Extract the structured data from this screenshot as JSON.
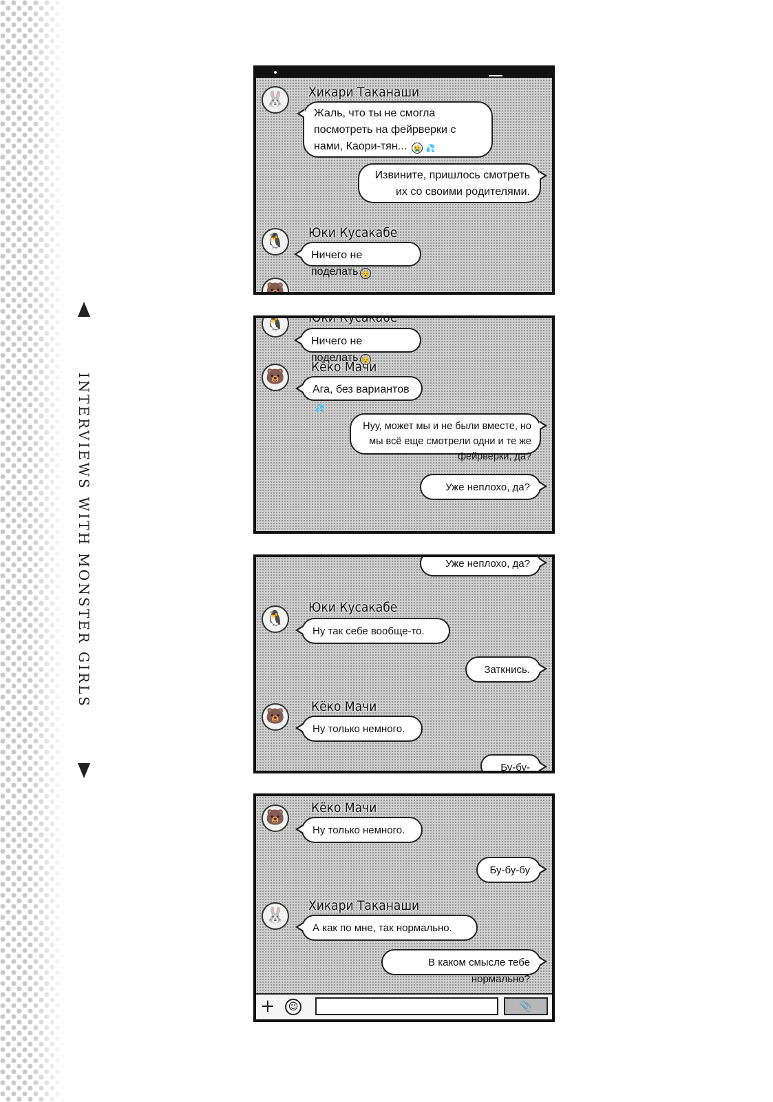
{
  "side_title": "INTERVIEWS WITH MONSTER GIRLS",
  "icons": {
    "rabbit": "🐰",
    "penguin": "🐧",
    "bear": "🐻",
    "cry": "😭",
    "sweat": "💦",
    "dizzy": "😵",
    "clip": "📎"
  },
  "panels": [
    {
      "messages": [
        {
          "sender": "Хикари Таканаши",
          "text": "Жаль, что ты не смогла посмотреть на фейрверки с нами, Каори-тян...",
          "emoji": [
            "😭",
            "💦"
          ]
        },
        {
          "text": "Извините, пришлось смотреть их со своими родителями."
        },
        {
          "sender": "Юки Кусакабе",
          "text": "Ничего не поделать",
          "emoji": [
            "😵"
          ]
        }
      ]
    },
    {
      "messages": [
        {
          "sender": "Юки Кусакабе",
          "text": "Ничего не поделать",
          "emoji": [
            "😵"
          ]
        },
        {
          "sender": "Кёко Мачи",
          "text": "Ага, без вариантов",
          "emoji": [
            "💦"
          ]
        },
        {
          "text": "Нуу, может мы и не были вместе, но мы всё еще смотрели одни и те же фейрверки, да?"
        },
        {
          "text": "Уже неплохо, да?"
        }
      ]
    },
    {
      "messages": [
        {
          "text": "Уже неплохо, да?"
        },
        {
          "sender": "Юки Кусакабе",
          "text": "Ну так себе вообще-то."
        },
        {
          "text": "Заткнись."
        },
        {
          "sender": "Кёко Мачи",
          "text": "Ну только немного."
        },
        {
          "text": "Бу-бу-бу"
        }
      ]
    },
    {
      "messages": [
        {
          "sender": "Кёко Мачи",
          "text": "Ну только немного."
        },
        {
          "text": "Бу-бу-бу"
        },
        {
          "sender": "Хикари Таканаши",
          "text": "А как по мне, так нормально."
        },
        {
          "text": "В каком смысле тебе нормально?"
        }
      ]
    }
  ]
}
